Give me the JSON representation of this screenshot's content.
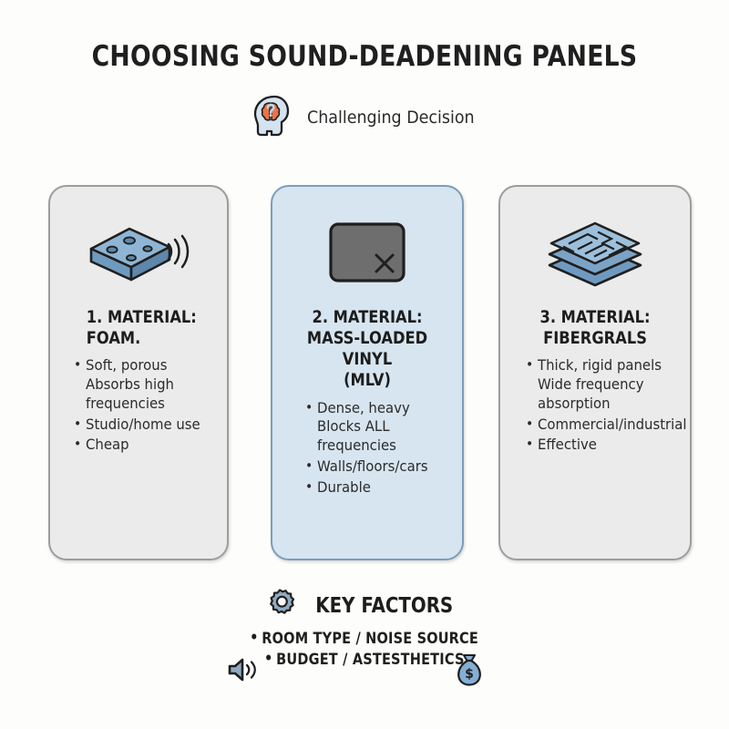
{
  "header": {
    "title": "CHOOSING SOUND-DEADENING PANELS",
    "subtitle": "Challenging Decision",
    "subtitle_icon": "head-brain-question-icon"
  },
  "colors": {
    "background": "#fdfdfc",
    "card_default_bg": "#ebebeb",
    "card_default_border": "#9d9d9d",
    "card_highlight_bg": "#d7e5f0",
    "card_highlight_border": "#7c9dba",
    "icon_blue": "#7ba3c6",
    "icon_blue_dark": "#5d87ab",
    "brain_orange": "#e8714a",
    "text_dark": "#1d1d1d",
    "mlv_gray": "#6e6e6e"
  },
  "cards": [
    {
      "id": "foam",
      "icon": "foam-block-sound-icon",
      "heading": "1. MATERIAL:\nFOAM.",
      "heading_lines": [
        "1. MATERIAL:",
        "FOAM."
      ],
      "highlighted": false,
      "bullets": [
        "Soft, porous\nAbsorbs high\nfrequencies",
        "Studio/home use",
        "Cheap"
      ]
    },
    {
      "id": "mlv",
      "icon": "mlv-sheet-blocked-icon",
      "heading": "2. MATERIAL:\nMASS-LOADED VINYL\n(MLV)",
      "heading_lines": [
        "2. MATERIAL:",
        "MASS-LOADED VINYL",
        "(MLV)"
      ],
      "highlighted": true,
      "bullets": [
        "Dense, heavy\nBlocks ALL\nfrequencies",
        "Walls/floors/cars",
        "Durable"
      ]
    },
    {
      "id": "fiberglass",
      "icon": "layered-panels-icon",
      "heading": "3. MATERIAL:\nFIBERGRALS",
      "heading_lines": [
        "3. MATERIAL:",
        "FIBERGRALS"
      ],
      "highlighted": false,
      "bullets": [
        "Thick, rigid panels\nWide frequency\nabsorption",
        "Commercial/industrial",
        "Effective"
      ]
    }
  ],
  "footer": {
    "icon": "gear-icon",
    "title": "KEY FACTORS",
    "items": [
      "ROOM TYPE / NOISE SOURCE",
      "BUDGET / ASTESTHETICS"
    ],
    "left_icon": "speaker-volume-icon",
    "right_icon": "money-bag-icon"
  }
}
